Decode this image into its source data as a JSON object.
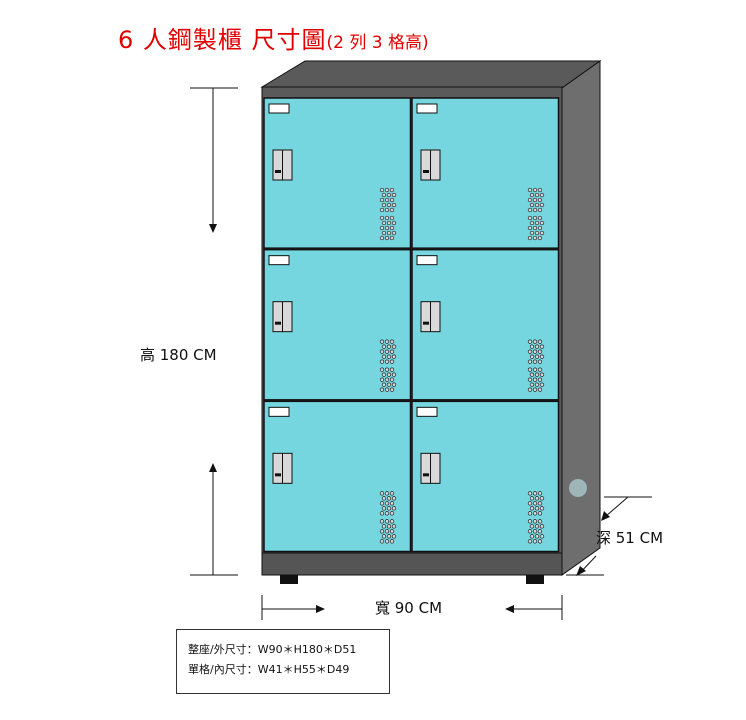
{
  "title": {
    "main": "6 人鋼製櫃  尺寸圖",
    "sub": "(2 列 3 格高)"
  },
  "dimensions": {
    "height_label": "高 180 CM",
    "width_label": "寬 90 CM",
    "depth_label": "深 51 CM"
  },
  "specs": {
    "outer": "整座/外尺寸：W90＊H180＊D51",
    "inner": "單格/內尺寸：W41＊H55＊D49"
  },
  "locker": {
    "columns": 2,
    "rows": 3
  },
  "colors": {
    "door": "#76d6df",
    "cabinet": "#5a5a5a",
    "side": "#6e6e6e",
    "outline": "#111111",
    "title": "#e00000"
  }
}
